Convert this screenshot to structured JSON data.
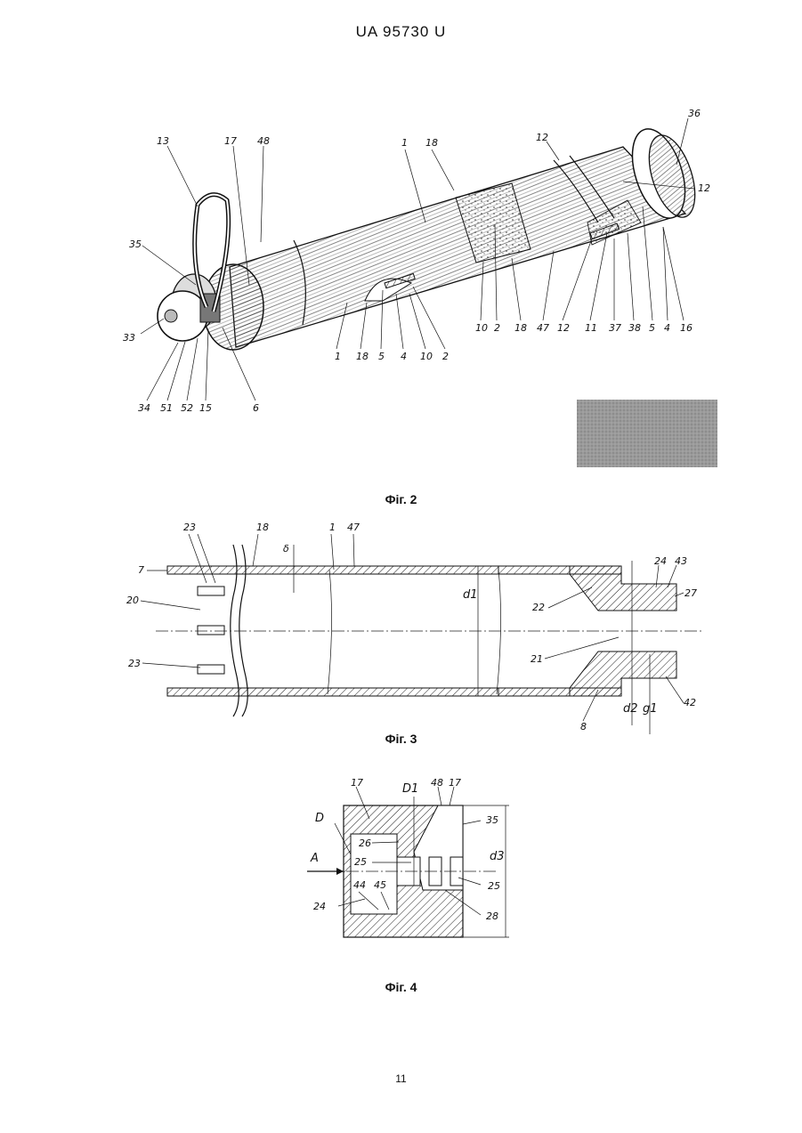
{
  "header": {
    "patent_no": "UA   95730   U"
  },
  "figures": [
    {
      "caption": "Фіг. 2",
      "labels": [
        "13",
        "17",
        "48",
        "1",
        "18",
        "12",
        "36",
        "12",
        "35",
        "33",
        "34",
        "51",
        "52",
        "15",
        "6",
        "1",
        "18",
        "5",
        "4",
        "10",
        "2",
        "10",
        "2",
        "18",
        "47",
        "12",
        "11",
        "37",
        "38",
        "5",
        "4",
        "16"
      ]
    },
    {
      "caption": "Фіг. 3",
      "labels": [
        "23",
        "18",
        "1",
        "47",
        "δ",
        "7",
        "20",
        "23",
        "d1",
        "24",
        "43",
        "27",
        "22",
        "21",
        "8",
        "d2",
        "g1",
        "42"
      ]
    },
    {
      "caption": "Фіг. 4",
      "labels": [
        "17",
        "D1",
        "48",
        "17",
        "35",
        "D",
        "26",
        "A",
        "25",
        "d3",
        "25",
        "44",
        "45",
        "24",
        "28"
      ]
    }
  ],
  "page_number": "11"
}
